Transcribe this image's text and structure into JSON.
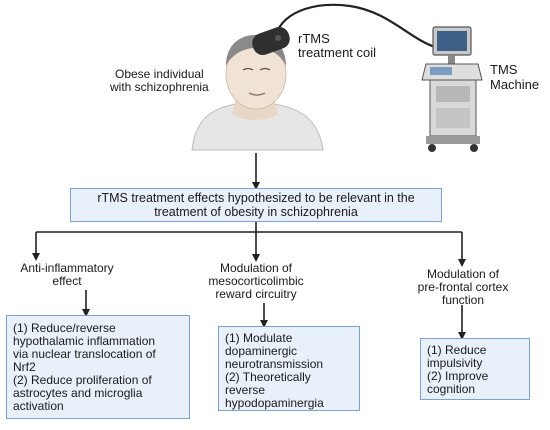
{
  "labels": {
    "person": "Obese individual\nwith schizophrenia",
    "coil": "rTMS\ntreatment coil",
    "machine": "TMS\nMachine"
  },
  "main_effect": "rTMS treatment effects hypothesized to be relevant in the\ntreatment of obesity in schizophrenia",
  "branches": [
    {
      "title": "Anti-inflammatory\neffect",
      "details": "(1) Reduce/reverse\nhypothalamic  inflammation\nvia nuclear translocation of\nNrf2\n(2) Reduce proliferation of\nastrocytes and microglia\nactivation"
    },
    {
      "title": "Modulation of\nmesocorticolimbic\nreward circuitry",
      "details": "(1) Modulate\ndopaminergic\nneurotransmission\n(2) Theoretically reverse\nhypodopaminergia"
    },
    {
      "title": "Modulation of\npre-frontal cortex\nfunction",
      "details": "(1) Reduce\nimpulsivity\n(2) Improve\ncognition"
    }
  ],
  "colors": {
    "box_fill": "#e8f0f9",
    "box_border": "#7ba3cf",
    "line": "#222222",
    "coil": "#2f2f2f",
    "machine_body": "#d9d9d9",
    "screen": "#3e5f86"
  }
}
